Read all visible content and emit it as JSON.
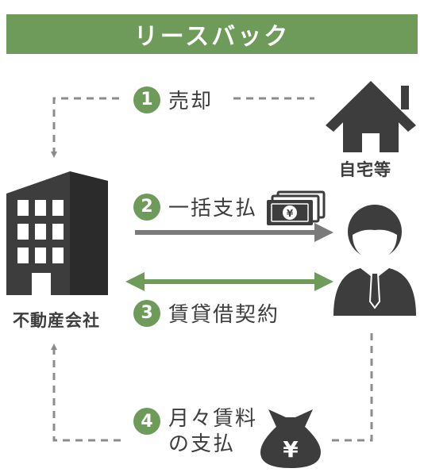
{
  "banner": {
    "title": "リースバック"
  },
  "nodes": {
    "house": {
      "label": "自宅等",
      "icon": "house-icon"
    },
    "company": {
      "label": "不動産会社",
      "icon": "office-building-icon"
    },
    "person": {
      "icon": "businessman-icon"
    }
  },
  "steps": [
    {
      "number": "1",
      "label": "売却"
    },
    {
      "number": "2",
      "label": "一括支払",
      "icon": "cash-bundle-icon"
    },
    {
      "number": "3",
      "label": "賃貸借契約"
    },
    {
      "number": "4",
      "label": "月々賃料\nの支払",
      "icon": "money-bag-icon"
    }
  ],
  "colors": {
    "accent": "#6e9a5a",
    "dark": "#3d3d3d",
    "arrow_gray": "#7a7a7a",
    "dash_gray": "#8c8c8c"
  },
  "icons": {
    "yen": "¥"
  }
}
